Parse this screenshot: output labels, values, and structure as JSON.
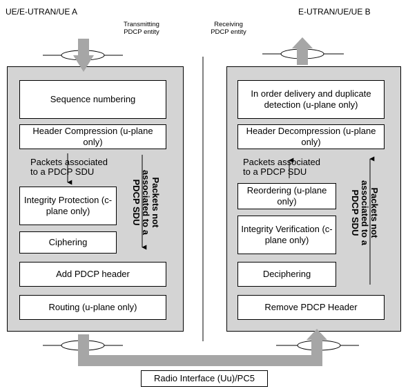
{
  "left_title": "UE/E-UTRAN/UE A",
  "right_title": "E-UTRAN/UE/UE B",
  "transmitting_entity": [
    "Transmitting",
    "PDCP  entity"
  ],
  "receiving_entity": [
    "Receiving",
    "PDCP  entity"
  ],
  "tx_boxes": {
    "sequence_numbering": "Sequence numbering",
    "header_compression": "Header Compression (u-plane only)",
    "integrity_protection": "Integrity Protection (c-plane only)",
    "ciphering": "Ciphering",
    "add_pdcp_header": "Add PDCP header",
    "routing": "Routing (u-plane only)"
  },
  "rx_boxes": {
    "in_order_delivery": "In order delivery and duplicate detection (u-plane only)",
    "header_decompression": "Header Decompression (u-plane only)",
    "reordering": "Reordering (u-plane only)",
    "integrity_verification": "Integrity Verification (c-plane only)",
    "deciphering": "Deciphering",
    "remove_pdcp_header": "Remove PDCP Header"
  },
  "packets_associated": [
    "Packets associated",
    "to a PDCP SDU"
  ],
  "packets_not_associated": [
    "Packets not",
    "associated to a",
    "PDCP SDU"
  ],
  "radio_interface": "Radio Interface (Uu)/PC5"
}
